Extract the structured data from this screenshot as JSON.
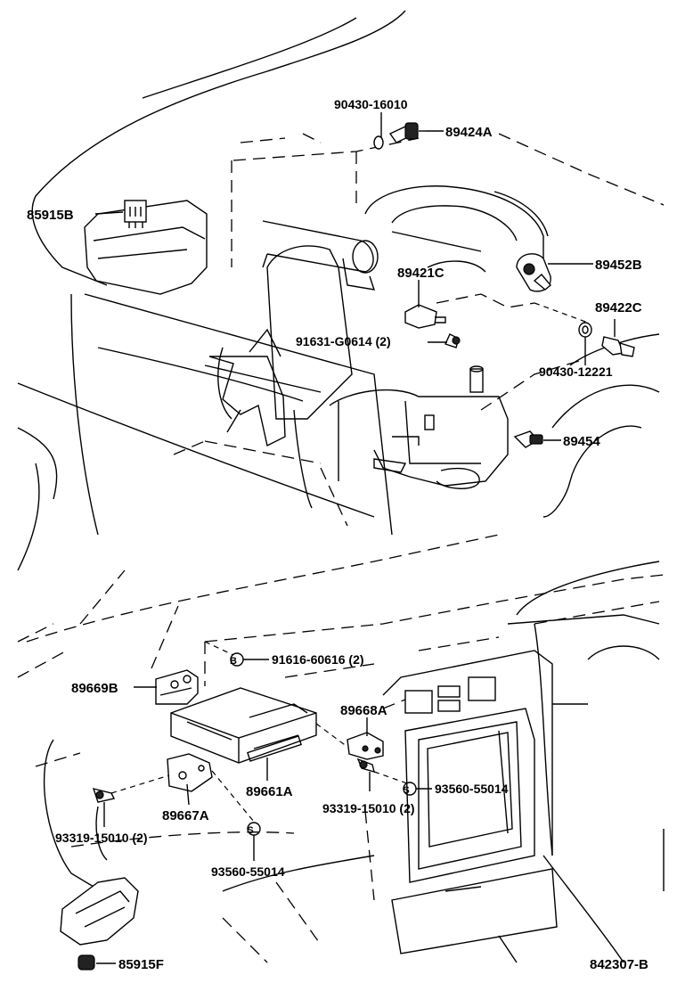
{
  "diagram": {
    "reference_code": "842307-B",
    "labels": {
      "p90430_16010": "90430-16010",
      "p89424A": "89424A",
      "p85915B": "85915B",
      "p89452B": "89452B",
      "p89421C": "89421C",
      "p89422C": "89422C",
      "p91631": "91631-G0614 (2)",
      "p90430_12221": "90430-12221",
      "p89454": "89454",
      "p91616": "91616-60616 (2)",
      "p89669B": "89669B",
      "p89668A": "89668A",
      "p93560_right": "93560-55014",
      "p89661A": "89661A",
      "p93319_right": "93319-15010 (2)",
      "p89667A": "89667A",
      "p93319_left": "93319-15010 (2)",
      "p93560_left": "93560-55014",
      "p85915F": "85915F"
    },
    "symbols": {
      "bolt_marker": "B",
      "screw_marker": "S"
    }
  }
}
